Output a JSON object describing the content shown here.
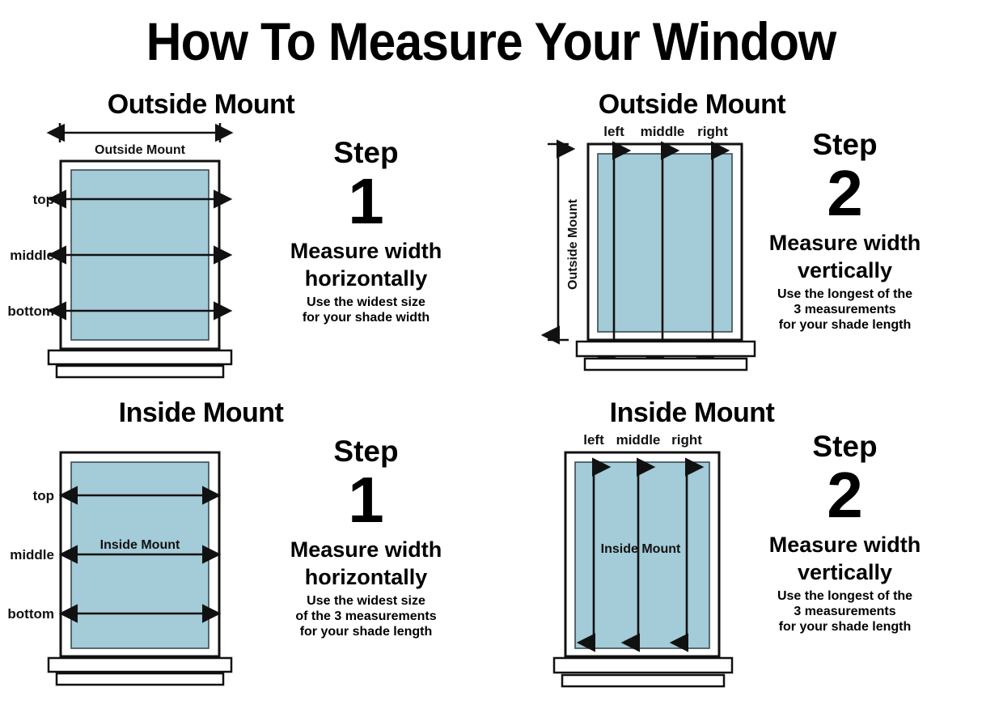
{
  "title": "How To Measure Your Window",
  "colors": {
    "glass": "#a3cbd8",
    "frame": "#ffffff",
    "stroke": "#111111",
    "background": "#ffffff"
  },
  "panels": [
    {
      "id": "outside-mount-step-1",
      "heading": "Outside Mount",
      "mount_type": "Outside Mount",
      "orientation": "horizontal",
      "dimension_label": "Outside Mount",
      "dimension_label_position": "top",
      "measurement_labels": [
        "top",
        "middle",
        "bottom"
      ],
      "step": {
        "word": "Step",
        "number": "1",
        "main_line_1": "Measure width",
        "main_line_2": "horizontally",
        "sub_lines": [
          "Use the widest size",
          "for your shade width"
        ]
      }
    },
    {
      "id": "outside-mount-step-2",
      "heading": "Outside Mount",
      "mount_type": "Outside Mount",
      "orientation": "vertical",
      "dimension_label": "Outside Mount",
      "dimension_label_position": "left",
      "measurement_labels": [
        "left",
        "middle",
        "right"
      ],
      "step": {
        "word": "Step",
        "number": "2",
        "main_line_1": "Measure width",
        "main_line_2": "vertically",
        "sub_lines": [
          "Use the longest of the",
          "3 measurements",
          "for your shade length"
        ]
      }
    },
    {
      "id": "inside-mount-step-1",
      "heading": "Inside Mount",
      "mount_type": "Inside Mount",
      "orientation": "horizontal",
      "dimension_label": "Inside Mount",
      "dimension_label_position": "middle-arrow",
      "measurement_labels": [
        "top",
        "middle",
        "bottom"
      ],
      "step": {
        "word": "Step",
        "number": "1",
        "main_line_1": "Measure width",
        "main_line_2": "horizontally",
        "sub_lines": [
          "Use the widest size",
          "of the 3 measurements",
          "for your shade length"
        ]
      }
    },
    {
      "id": "inside-mount-step-2",
      "heading": "Inside Mount",
      "mount_type": "Inside Mount",
      "orientation": "vertical",
      "dimension_label": "Inside Mount",
      "dimension_label_position": "center-overlay",
      "measurement_labels": [
        "left",
        "middle",
        "right"
      ],
      "step": {
        "word": "Step",
        "number": "2",
        "main_line_1": "Measure width",
        "main_line_2": "vertically",
        "sub_lines": [
          "Use the longest of the",
          "3 measurements",
          "for your shade length"
        ]
      }
    }
  ]
}
